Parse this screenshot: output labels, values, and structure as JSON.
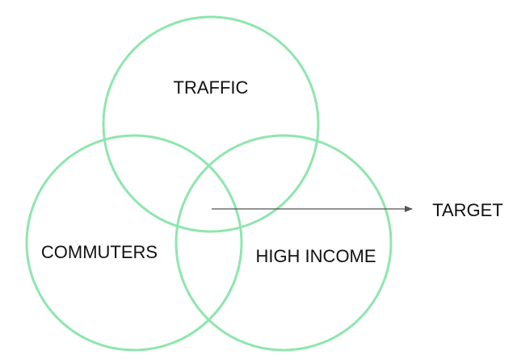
{
  "diagram": {
    "type": "venn",
    "sets": [
      {
        "label": "TRAFFIC"
      },
      {
        "label": "COMMUTERS"
      },
      {
        "label": "HIGH INCOME"
      }
    ],
    "target": {
      "label": "TARGET"
    }
  },
  "colors": {
    "circle_stroke": "#8ee6ad",
    "arrow": "#555555",
    "text": "#111111"
  }
}
